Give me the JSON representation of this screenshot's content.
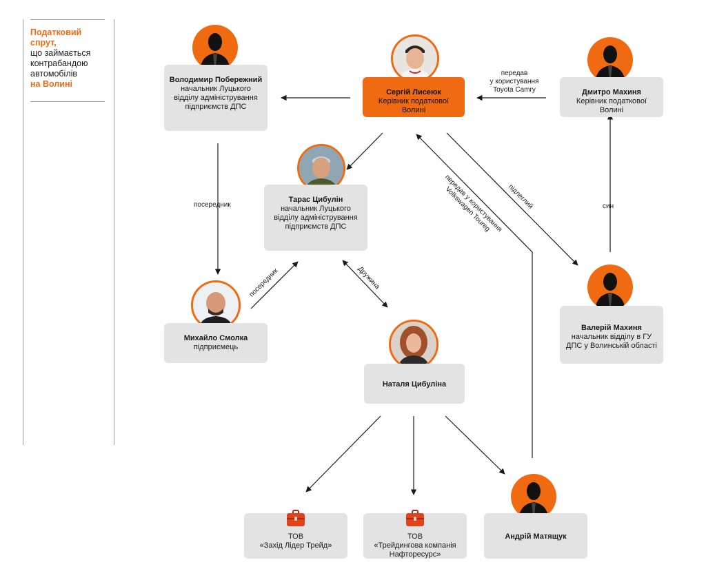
{
  "sidebar": {
    "title_line1": "Податковий",
    "title_line2": "спрут,",
    "title_line3": "що займається",
    "title_line4": "контрабандою",
    "title_line5": "автомобілів",
    "title_line6": "на Волині"
  },
  "people": {
    "volodymyr": {
      "name": "Володимир Побережний",
      "role": "начальник Луцького відділу адміністрування підприємств ДПС"
    },
    "serhii": {
      "name": "Сергій Лисеюк",
      "role": "Керівник податкової Волині"
    },
    "dmytro": {
      "name": "Дмитро Махиня",
      "role": "Керівник податкової Волині"
    },
    "taras": {
      "name": "Тарас Цибулін",
      "role": "начальник Луцького відділу адміністрування підприємств ДПС"
    },
    "mykhailo": {
      "name": "Михайло Смолка",
      "role": "підприємець"
    },
    "valerii": {
      "name": "Валерій Махиня",
      "role": "начальник відділу в ГУ ДПС у Волинській області"
    },
    "natalia": {
      "name": "Наталя Цибуліна",
      "role": ""
    },
    "andrii": {
      "name": "Андрій Матящук",
      "role": ""
    }
  },
  "companies": {
    "zakhid": {
      "type": "ТОВ",
      "name": "«Захід Лідер Трейд»"
    },
    "naftoresurs": {
      "type": "ТОВ",
      "name": "«Трейдингова компанія Нафторесурс»"
    }
  },
  "edge_labels": {
    "toyota_l1": "передав",
    "toyota_l2": "у користування",
    "toyota_l3": "Toyota Camry",
    "mediator1": "посередник",
    "mediator2": "посередник",
    "spouse": "Дружина",
    "subordinate": "підлеглий",
    "son": "син",
    "vw_l1": "передав у користування",
    "vw_l2": "Volkswagen Toureg"
  },
  "colors": {
    "accent": "#f06a12",
    "card": "#e3e3e3",
    "line": "#1a1a1a"
  }
}
